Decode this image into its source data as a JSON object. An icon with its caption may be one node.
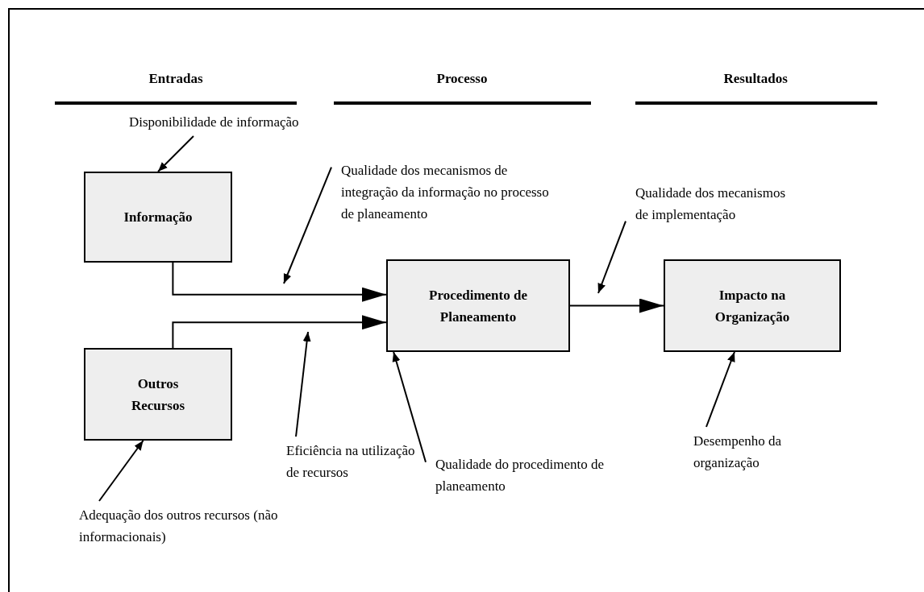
{
  "diagram": {
    "nodes": [
      {
        "text": [
          "Informação"
        ]
      },
      {
        "text": [
          "Outros Recursos"
        ]
      },
      {
        "text": [
          "Procedimento de Planeamento"
        ]
      },
      {
        "text": [
          "Impacto na Organização"
        ]
      },
      {
        "text": [
          "Disponibilidade de informação"
        ]
      },
      {
        "text": [
          "Qualidade dos mecanismos de integração da informação no processo de planeamento"
        ]
      },
      {
        "text": [
          "Eficiência na utilização de recursos"
        ]
      },
      {
        "text": [
          "Qualidade do procedimento de planeamento"
        ]
      },
      {
        "text": [
          "Qualidade dos mecanismos de implementação"
        ]
      },
      {
        "text": [
          "Desempenho da organização"
        ]
      },
      {
        "text": [
          "Adequação dos outros recursos (não informacionais)"
        ]
      }
    ],
    "edges": [
      {
        "from": 0,
        "to": 2,
        "arrow": "to"
      },
      {
        "from": 1,
        "to": 2,
        "arrow": "to"
      },
      {
        "from": 2,
        "to": 3,
        "arrow": "to"
      },
      {
        "from": 4,
        "to": 0,
        "arrow": "to"
      },
      {
        "from": 5,
        "to": null,
        "arrow": "to"
      },
      {
        "from": 6,
        "to": null,
        "arrow": "to"
      },
      {
        "from": 7,
        "to": 2,
        "arrow": "to"
      },
      {
        "from": 8,
        "to": null,
        "arrow": "to"
      },
      {
        "from": 9,
        "to": 3,
        "arrow": "to"
      },
      {
        "from": 10,
        "to": 1,
        "arrow": "to"
      }
    ],
    "labels": [
      "Entradas",
      "Processo",
      "Resultados"
    ]
  }
}
